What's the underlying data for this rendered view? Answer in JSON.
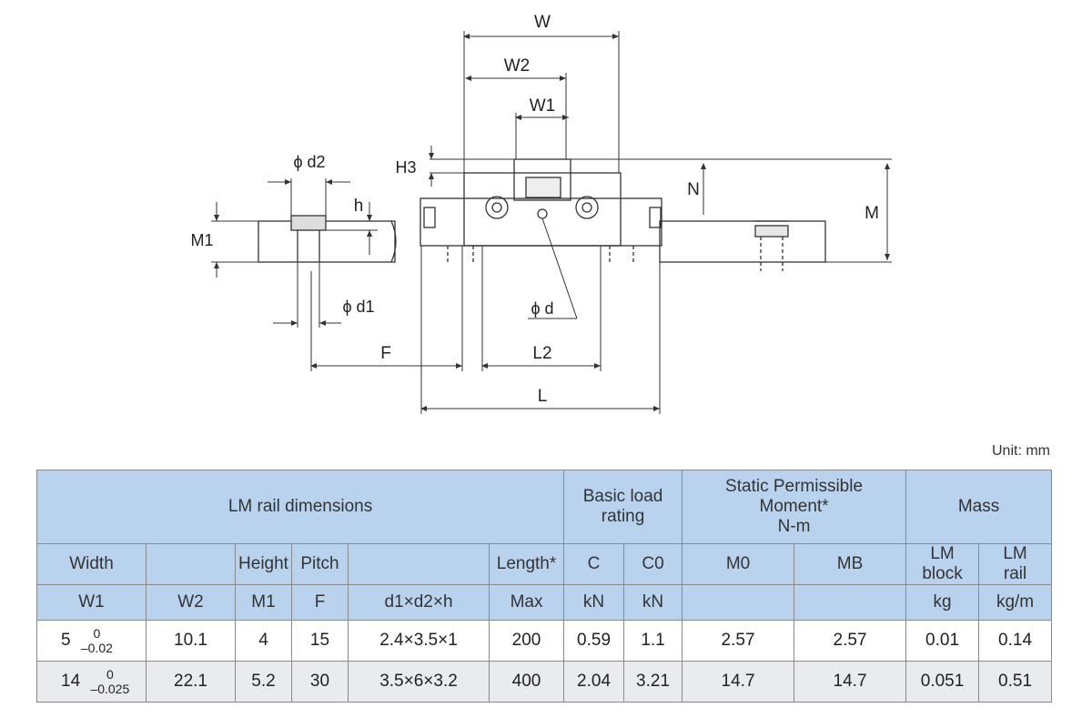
{
  "diagram": {
    "labels": {
      "W": "W",
      "W2": "W2",
      "W1": "W1",
      "H3": "H3",
      "N": "N",
      "M": "M",
      "M1": "M1",
      "h": "h",
      "d2": "ϕ d2",
      "d1": "ϕ d1",
      "d": "ϕ d",
      "F": "F",
      "L2": "L2",
      "L": "L"
    }
  },
  "unit_note": "Unit: mm",
  "table": {
    "groups": {
      "rail_dims": "LM rail dimensions",
      "load_rating_line1": "Basic load",
      "load_rating_line2": "rating",
      "moment_line1": "Static Permissible",
      "moment_line2": "Moment*",
      "moment_line3": "N-m",
      "mass": "Mass"
    },
    "names": {
      "width": "Width",
      "height": "Height",
      "pitch": "Pitch",
      "length": "Length*",
      "c": "C",
      "c0": "C0",
      "m0": "M0",
      "mb": "MB",
      "lm_block_1": "LM",
      "lm_block_2": "block",
      "lm_rail_1": "LM",
      "lm_rail_2": "rail"
    },
    "symbols": {
      "w1": "W1",
      "w2": "W2",
      "m1": "M1",
      "f": "F",
      "d1d2h": "d1×d2×h",
      "max": "Max",
      "kn1": "kN",
      "kn2": "kN",
      "kg": "kg",
      "kgm": "kg/m"
    },
    "rows": [
      {
        "w1": "5",
        "w1_tol_upper": "0",
        "w1_tol_lower": "–0.02",
        "w2": "10.1",
        "m1": "4",
        "f": "15",
        "d1d2h": "2.4×3.5×1",
        "max": "200",
        "c": "0.59",
        "c0": "1.1",
        "m0": "2.57",
        "mb": "2.57",
        "block": "0.01",
        "rail": "0.14"
      },
      {
        "w1": "14",
        "w1_tol_upper": "0",
        "w1_tol_lower": "–0.025",
        "w2": "22.1",
        "m1": "5.2",
        "f": "30",
        "d1d2h": "3.5×6×3.2",
        "max": "400",
        "c": "2.04",
        "c0": "3.21",
        "m0": "14.7",
        "mb": "14.7",
        "block": "0.051",
        "rail": "0.51"
      }
    ]
  }
}
